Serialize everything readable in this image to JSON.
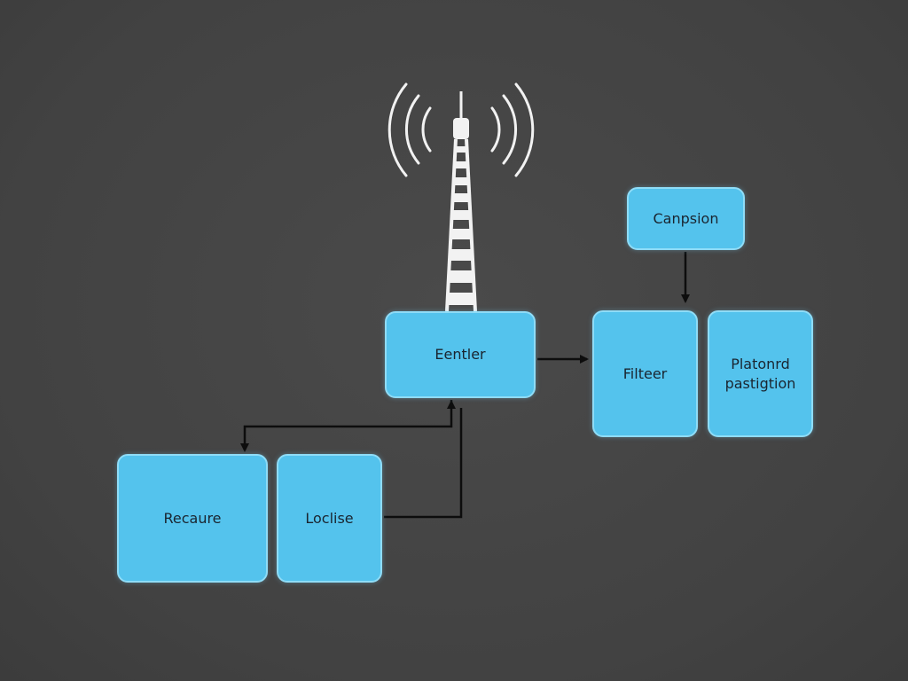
{
  "diagram": {
    "nodes": {
      "campaign": "Canpsion",
      "center": "Eentler",
      "filter": "Filteer",
      "platform_line1": "Platonrd",
      "platform_line2": "pastigtion",
      "recaure": "Recaure",
      "local": "Loclise"
    },
    "icons": {
      "tower": "radio-tower-icon"
    },
    "colors": {
      "background": "#454545",
      "node_fill": "#54c3ed",
      "node_border": "#8fdcf7",
      "connector": "#0d0d0d",
      "tower": "#ffffff"
    }
  }
}
